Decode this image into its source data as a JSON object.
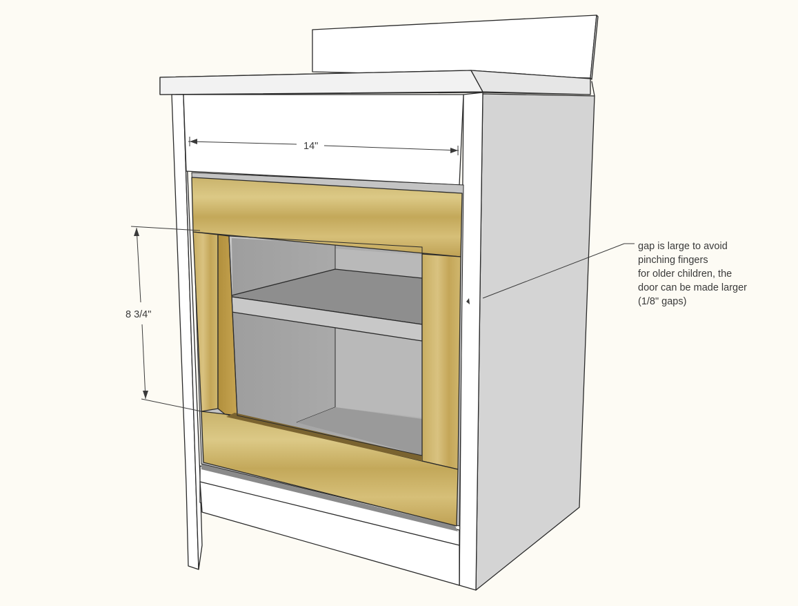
{
  "annotations": {
    "width_dimension": "14\"",
    "height_dimension": "8 3/4\"",
    "gap_note": [
      "gap is large to avoid",
      "pinching fingers",
      "for older children, the",
      "door can be made larger",
      "(1/8\" gaps)"
    ]
  },
  "colors": {
    "background": "#fdfbf4",
    "white_panel": "#ffffff",
    "side_panel": "#d3d3d3",
    "interior": "#a9a9a9",
    "wood": "#cdb46a",
    "wood_dark": "#b9993e",
    "line": "#2a2a2a"
  }
}
